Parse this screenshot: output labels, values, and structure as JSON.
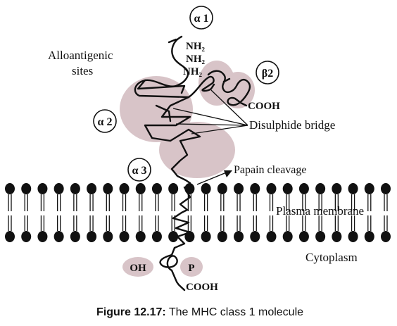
{
  "labels": {
    "alpha1": "α 1",
    "alpha2": "α 2",
    "alpha3": "α 3",
    "beta2": "β2",
    "nh2_1": "NH₂",
    "nh2_2": "NH₂",
    "nh2_3": "NH₂",
    "cooh_top": "COOH",
    "cooh_bottom": "COOH",
    "alloantigenic_line1": "Alloantigenic",
    "alloantigenic_line2": "sites",
    "disulphide": "Disulphide bridge",
    "papain": "Papain cleavage",
    "plasma_membrane": "Plasma membrane",
    "cytoplasm": "Cytoplasm",
    "oh": "OH",
    "p": "P"
  },
  "caption": {
    "figure_number": "Figure 12.17:",
    "title": " The MHC class 1 molecule"
  },
  "colors": {
    "domain_blob": "#d8c4c8",
    "ink": "#111111"
  }
}
